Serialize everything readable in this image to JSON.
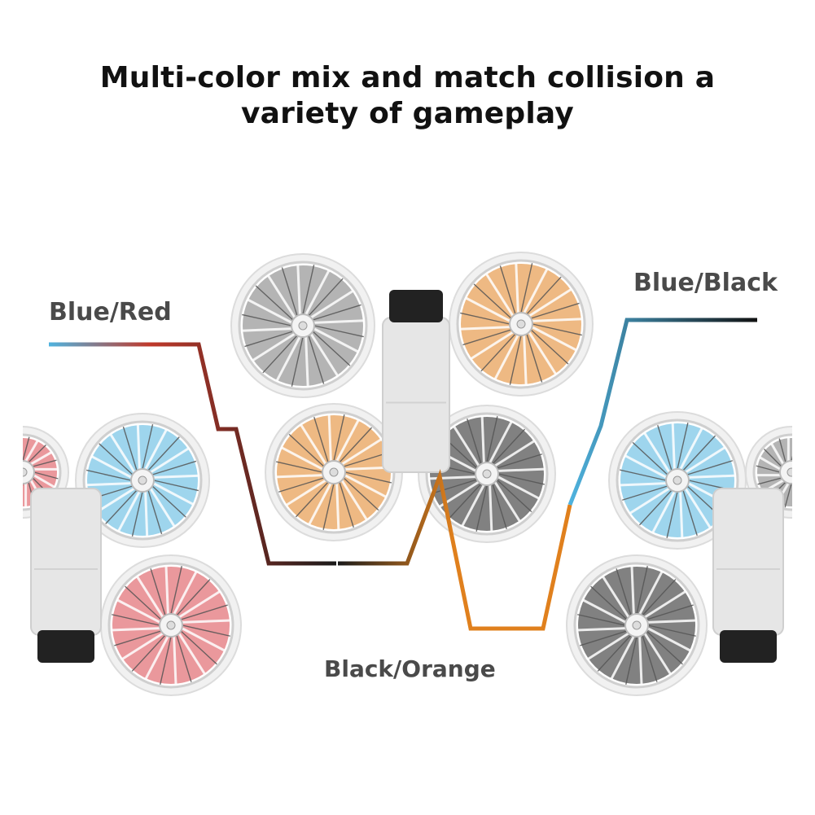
{
  "headline": {
    "line1": "Multi-color mix and match collision a",
    "line2": "variety of gameplay"
  },
  "labels": {
    "blue_red": "Blue/Red",
    "blue_black": "Blue/Black",
    "black_orange": "Black/Orange"
  },
  "colors": {
    "blue": "#4fb3df",
    "red": "#d9434b",
    "dark_red": "#7a1a1a",
    "orange": "#e0801d",
    "black": "#1a1a1a",
    "gray": "#777777",
    "frame": "#e6e6e6"
  }
}
